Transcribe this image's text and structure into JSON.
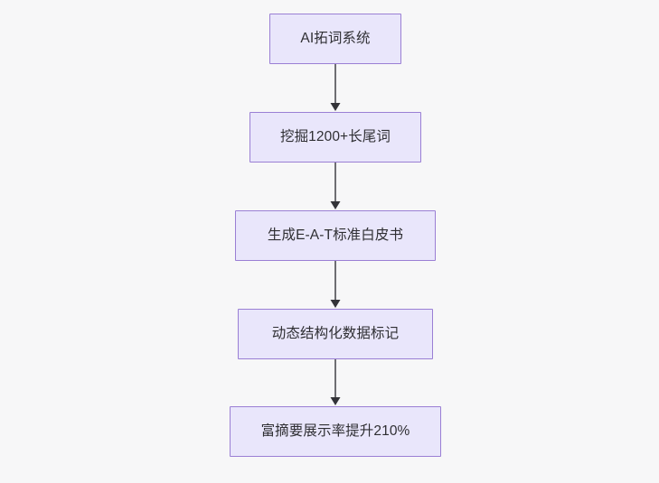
{
  "diagram": {
    "type": "flowchart",
    "direction": "top-to-bottom",
    "background_color": "#f7f7f8",
    "node_fill_color": "#e9e6fb",
    "node_border_color": "#9a7fd4",
    "node_text_color": "#2f2f33",
    "edge_color": "#6e6e73",
    "arrowhead_color": "#333338",
    "nodes": [
      {
        "id": "n0",
        "label": "AI拓词系统"
      },
      {
        "id": "n1",
        "label": "挖掘1200+长尾词"
      },
      {
        "id": "n2",
        "label": "生成E-A-T标准白皮书"
      },
      {
        "id": "n3",
        "label": "动态结构化数据标记"
      },
      {
        "id": "n4",
        "label": "富摘要展示率提升210%"
      }
    ],
    "edges": [
      {
        "from": "n0",
        "to": "n1",
        "label": ""
      },
      {
        "from": "n1",
        "to": "n2",
        "label": ""
      },
      {
        "from": "n2",
        "to": "n3",
        "label": ""
      },
      {
        "from": "n3",
        "to": "n4",
        "label": ""
      }
    ]
  }
}
